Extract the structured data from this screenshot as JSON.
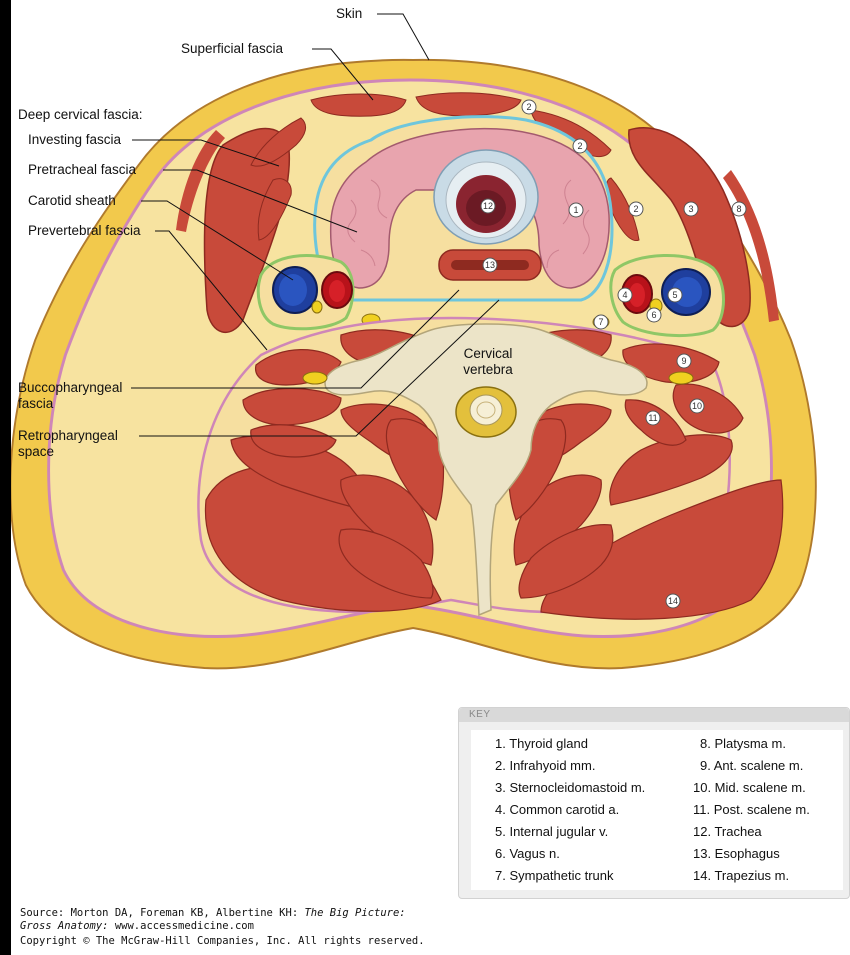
{
  "labels": {
    "skin": "Skin",
    "superficial_fascia": "Superficial fascia",
    "deep_cervical_fascia": "Deep cervical fascia:",
    "investing_fascia": "Investing fascia",
    "pretracheal_fascia": "Pretracheal fascia",
    "carotid_sheath": "Carotid sheath",
    "prevertebral_fascia": "Prevertebral fascia",
    "buccopharyngeal_fascia": "Buccopharyngeal fascia",
    "retropharyngeal_space": "Retropharyngeal space",
    "cervical_vertebra": "Cervical vertebra"
  },
  "markers": [
    "1",
    "2",
    "3",
    "4",
    "5",
    "6",
    "7",
    "8",
    "9",
    "10",
    "11",
    "12",
    "13",
    "14"
  ],
  "key": {
    "title": "KEY",
    "items": [
      "1. Thyroid gland",
      "2. Infrahyoid mm.",
      "3. Sternocleidomastoid m.",
      "4. Common carotid a.",
      "5. Internal jugular v.",
      "6. Vagus n.",
      "7. Sympathetic trunk",
      "8. Platysma m.",
      "9. Ant. scalene m.",
      "10. Mid. scalene m.",
      "11. Post. scalene m.",
      "12. Trachea",
      "13. Esophagus",
      "14. Trapezius m."
    ]
  },
  "source": {
    "line1_prefix": "Source: Morton DA, Foreman KB, Albertine KH: ",
    "line1_title": "The Big Picture:",
    "line2_title": "Gross Anatomy:",
    "line2_rest": " www.accessmedicine.com",
    "copyright": "Copyright © The McGraw-Hill Companies, Inc. All rights reserved."
  },
  "colors": {
    "fat": "#f2c94c",
    "muscle": "#c84a3a",
    "bone": "#ece4c8",
    "artery": "#b8121a",
    "vein": "#1f3f9e",
    "thyroid": "#e8a4ae",
    "investing_fascia": "#cf86b8",
    "pretracheal_fascia": "#6ec6dc",
    "carotid_sheath": "#8fc766"
  }
}
